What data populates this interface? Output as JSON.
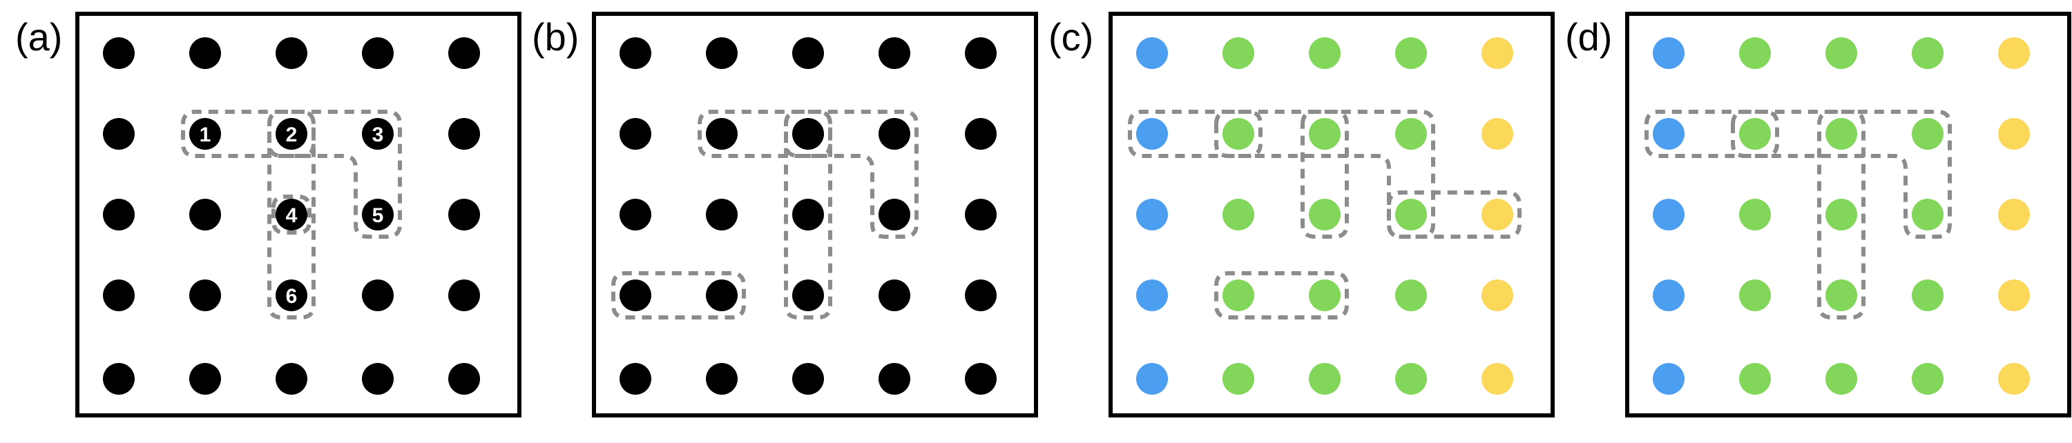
{
  "colors": {
    "dot_black": "#000000",
    "dot_blue": "#4c9ff0",
    "dot_green": "#82d65a",
    "dot_yellow": "#fbd85a",
    "outline": "#8c8c8c",
    "frame": "#000000",
    "number_text": "#ffffff"
  },
  "grid": {
    "rows": 5,
    "cols": 5
  },
  "panels": [
    {
      "label": "(a)",
      "column_colors": [
        "black",
        "black",
        "black",
        "black",
        "black"
      ],
      "numbered_points": [
        {
          "text": "1",
          "row": 1,
          "col": 1
        },
        {
          "text": "2",
          "row": 1,
          "col": 2
        },
        {
          "text": "3",
          "row": 1,
          "col": 3
        },
        {
          "text": "4",
          "row": 2,
          "col": 2
        },
        {
          "text": "5",
          "row": 2,
          "col": 3
        },
        {
          "text": "6",
          "row": 3,
          "col": 2
        }
      ],
      "groups": [
        {
          "type": "bar",
          "row": 1,
          "cols": [
            1,
            2
          ]
        },
        {
          "type": "l-shape",
          "bar_row": 1,
          "bar_cols": [
            2,
            3
          ],
          "stem_col": 3,
          "stem_rows": [
            1,
            2
          ]
        },
        {
          "type": "vertical",
          "col": 2,
          "rows": [
            1,
            3
          ]
        },
        {
          "type": "single",
          "row": 2,
          "col": 2
        }
      ]
    },
    {
      "label": "(b)",
      "column_colors": [
        "black",
        "black",
        "black",
        "black",
        "black"
      ],
      "numbered_points": [],
      "groups": [
        {
          "type": "bar",
          "row": 1,
          "cols": [
            1,
            2
          ]
        },
        {
          "type": "l-shape",
          "bar_row": 1,
          "bar_cols": [
            2,
            3
          ],
          "stem_col": 3,
          "stem_rows": [
            1,
            2
          ]
        },
        {
          "type": "vertical",
          "col": 2,
          "rows": [
            1,
            3
          ]
        },
        {
          "type": "bar",
          "row": 3,
          "cols": [
            0,
            1
          ]
        }
      ]
    },
    {
      "label": "(c)",
      "column_colors": [
        "blue",
        "green",
        "green",
        "green",
        "yellow"
      ],
      "numbered_points": [],
      "groups": [
        {
          "type": "bar",
          "row": 1,
          "cols": [
            0,
            1
          ]
        },
        {
          "type": "l-shape",
          "bar_row": 1,
          "bar_cols": [
            1,
            3
          ],
          "stem_col": 3,
          "stem_rows": [
            1,
            2
          ]
        },
        {
          "type": "vertical",
          "col": 2,
          "rows": [
            1,
            2
          ]
        },
        {
          "type": "bar",
          "row": 2,
          "cols": [
            3,
            4
          ]
        },
        {
          "type": "bar",
          "row": 3,
          "cols": [
            1,
            2
          ]
        }
      ]
    },
    {
      "label": "(d)",
      "column_colors": [
        "blue",
        "green",
        "green",
        "green",
        "yellow"
      ],
      "numbered_points": [],
      "groups": [
        {
          "type": "bar",
          "row": 1,
          "cols": [
            0,
            1
          ]
        },
        {
          "type": "l-shape",
          "bar_row": 1,
          "bar_cols": [
            1,
            3
          ],
          "stem_col": 3,
          "stem_rows": [
            1,
            2
          ]
        },
        {
          "type": "vertical",
          "col": 2,
          "rows": [
            1,
            3
          ]
        }
      ]
    }
  ]
}
